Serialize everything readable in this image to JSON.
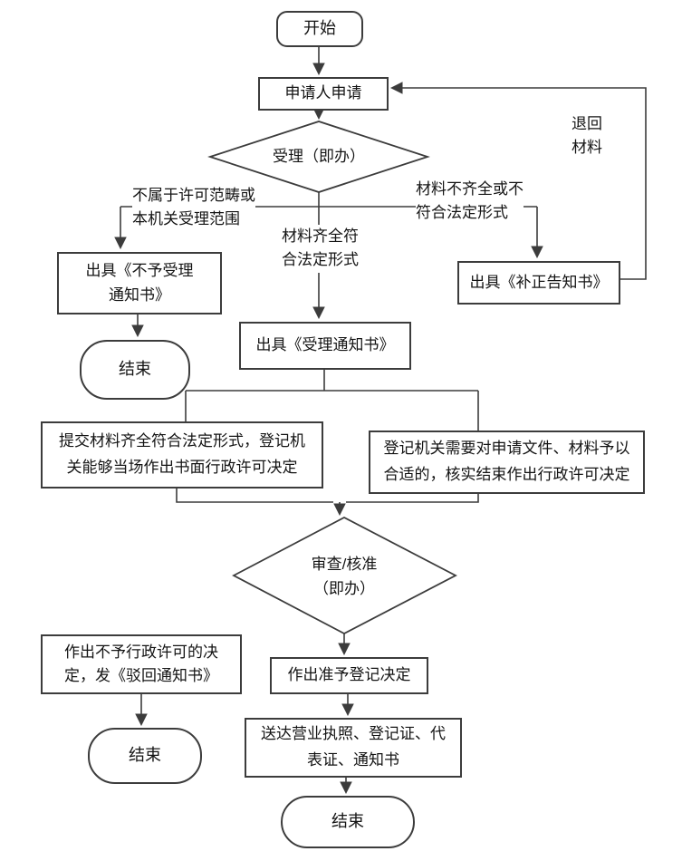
{
  "flowchart": {
    "nodes": {
      "start": "开始",
      "apply": "申请人申请",
      "accept_decision": "受理（即办）",
      "reject_notice": "出具《不予受理\n通知书》",
      "end_left_top": "结束",
      "accept_notice": "出具《受理通知书》",
      "supplement_notice": "出具《补正告知书》",
      "onsite_decision": "提交材料齐全符合法定形式，登记机\n关能够当场作出书面行政许可决定",
      "verify_decision": "登记机关需要对申请文件、材料予以\n合适的，核实结束作出行政许可决定",
      "review_decision": "审查/核准\n（即办）",
      "deny_decision": "作出不予行政许可的决\n定，发《驳回通知书》",
      "end_left_bottom": "结束",
      "approve_decision": "作出准予登记决定",
      "deliver": "送达营业执照、登记证、代\n表证、通知书",
      "end_bottom": "结束"
    },
    "edge_labels": {
      "not_in_scope": "不属于许可范畴或\n本机关受理范围",
      "materials_complete": "材料齐全符\n合法定形式",
      "materials_incomplete": "材料不齐全或不\n符合法定形式",
      "return_materials": "退回\n材料"
    },
    "colors": {
      "stroke": "#3c3c3c",
      "text": "#141414",
      "background": "#ffffff"
    }
  }
}
